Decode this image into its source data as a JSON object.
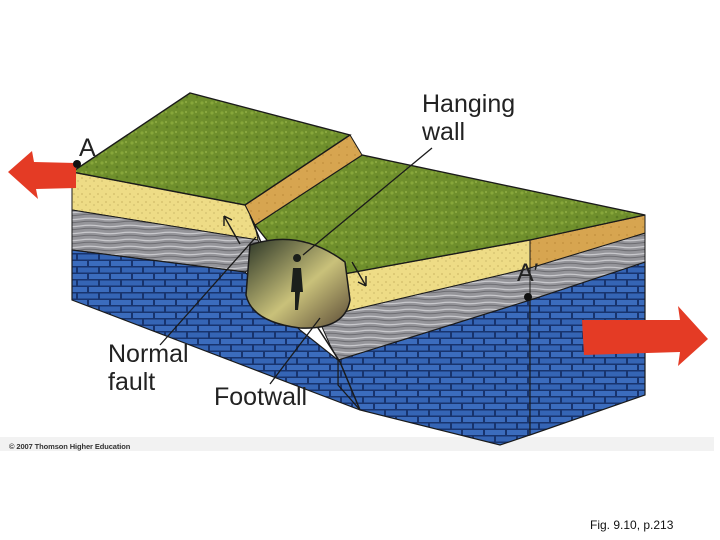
{
  "labels": {
    "point_a": "A",
    "point_a_prime": "A′",
    "hanging_wall_line1": "Hanging",
    "hanging_wall_line2": "wall",
    "normal_fault_line1": "Normal",
    "normal_fault_line2": "fault",
    "footwall": "Footwall"
  },
  "copyright": "© 2007 Thomson Higher Education",
  "caption": "Fig. 9.10, p.213",
  "colors": {
    "grass": "#6f8f2c",
    "sandstone": "#eedc86",
    "shale": "#8f8f94",
    "limestone": "#2e5fae",
    "arrow": "#e43b25",
    "outline": "#1a1a1a"
  }
}
